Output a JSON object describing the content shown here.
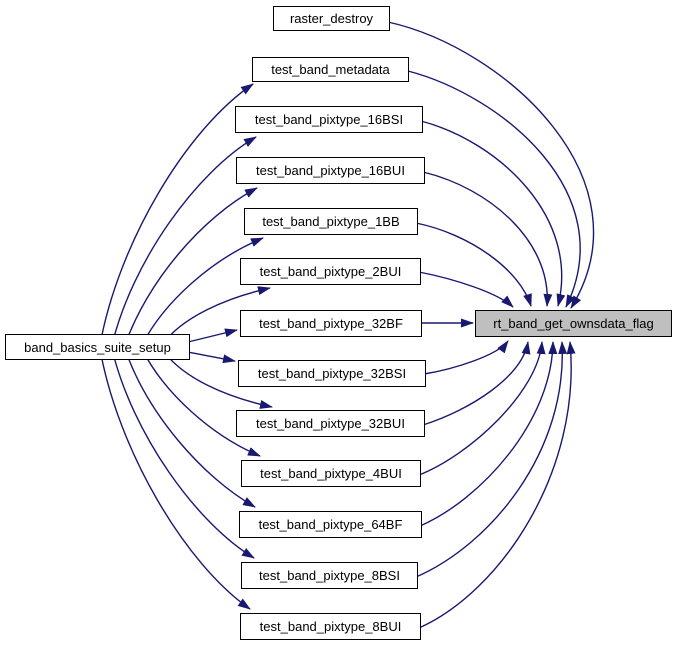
{
  "diagram": {
    "type": "call-graph",
    "background_color": "#ffffff",
    "edge_color": "#191970",
    "node_border_color": "#000000",
    "node_fill_color": "#ffffff",
    "highlight_fill_color": "#bfbfbf",
    "nodes": [
      {
        "id": "band_basics_suite_setup",
        "label": "band_basics_suite_setup",
        "highlight": false
      },
      {
        "id": "raster_destroy",
        "label": "raster_destroy",
        "highlight": false
      },
      {
        "id": "test_band_metadata",
        "label": "test_band_metadata",
        "highlight": false
      },
      {
        "id": "test_band_pixtype_16BSI",
        "label": "test_band_pixtype_16BSI",
        "highlight": false
      },
      {
        "id": "test_band_pixtype_16BUI",
        "label": "test_band_pixtype_16BUI",
        "highlight": false
      },
      {
        "id": "test_band_pixtype_1BB",
        "label": "test_band_pixtype_1BB",
        "highlight": false
      },
      {
        "id": "test_band_pixtype_2BUI",
        "label": "test_band_pixtype_2BUI",
        "highlight": false
      },
      {
        "id": "test_band_pixtype_32BF",
        "label": "test_band_pixtype_32BF",
        "highlight": false
      },
      {
        "id": "test_band_pixtype_32BSI",
        "label": "test_band_pixtype_32BSI",
        "highlight": false
      },
      {
        "id": "test_band_pixtype_32BUI",
        "label": "test_band_pixtype_32BUI",
        "highlight": false
      },
      {
        "id": "test_band_pixtype_4BUI",
        "label": "test_band_pixtype_4BUI",
        "highlight": false
      },
      {
        "id": "test_band_pixtype_64BF",
        "label": "test_band_pixtype_64BF",
        "highlight": false
      },
      {
        "id": "test_band_pixtype_8BSI",
        "label": "test_band_pixtype_8BSI",
        "highlight": false
      },
      {
        "id": "test_band_pixtype_8BUI",
        "label": "test_band_pixtype_8BUI",
        "highlight": false
      },
      {
        "id": "rt_band_get_ownsdata_flag",
        "label": "rt_band_get_ownsdata_flag",
        "highlight": true
      }
    ],
    "edges": [
      {
        "from": "band_basics_suite_setup",
        "to": "test_band_metadata"
      },
      {
        "from": "band_basics_suite_setup",
        "to": "test_band_pixtype_16BSI"
      },
      {
        "from": "band_basics_suite_setup",
        "to": "test_band_pixtype_16BUI"
      },
      {
        "from": "band_basics_suite_setup",
        "to": "test_band_pixtype_1BB"
      },
      {
        "from": "band_basics_suite_setup",
        "to": "test_band_pixtype_2BUI"
      },
      {
        "from": "band_basics_suite_setup",
        "to": "test_band_pixtype_32BF"
      },
      {
        "from": "band_basics_suite_setup",
        "to": "test_band_pixtype_32BSI"
      },
      {
        "from": "band_basics_suite_setup",
        "to": "test_band_pixtype_32BUI"
      },
      {
        "from": "band_basics_suite_setup",
        "to": "test_band_pixtype_4BUI"
      },
      {
        "from": "band_basics_suite_setup",
        "to": "test_band_pixtype_64BF"
      },
      {
        "from": "band_basics_suite_setup",
        "to": "test_band_pixtype_8BSI"
      },
      {
        "from": "band_basics_suite_setup",
        "to": "test_band_pixtype_8BUI"
      },
      {
        "from": "raster_destroy",
        "to": "rt_band_get_ownsdata_flag"
      },
      {
        "from": "test_band_metadata",
        "to": "rt_band_get_ownsdata_flag"
      },
      {
        "from": "test_band_pixtype_16BSI",
        "to": "rt_band_get_ownsdata_flag"
      },
      {
        "from": "test_band_pixtype_16BUI",
        "to": "rt_band_get_ownsdata_flag"
      },
      {
        "from": "test_band_pixtype_1BB",
        "to": "rt_band_get_ownsdata_flag"
      },
      {
        "from": "test_band_pixtype_2BUI",
        "to": "rt_band_get_ownsdata_flag"
      },
      {
        "from": "test_band_pixtype_32BF",
        "to": "rt_band_get_ownsdata_flag"
      },
      {
        "from": "test_band_pixtype_32BSI",
        "to": "rt_band_get_ownsdata_flag"
      },
      {
        "from": "test_band_pixtype_32BUI",
        "to": "rt_band_get_ownsdata_flag"
      },
      {
        "from": "test_band_pixtype_4BUI",
        "to": "rt_band_get_ownsdata_flag"
      },
      {
        "from": "test_band_pixtype_64BF",
        "to": "rt_band_get_ownsdata_flag"
      },
      {
        "from": "test_band_pixtype_8BSI",
        "to": "rt_band_get_ownsdata_flag"
      },
      {
        "from": "test_band_pixtype_8BUI",
        "to": "rt_band_get_ownsdata_flag"
      }
    ]
  }
}
